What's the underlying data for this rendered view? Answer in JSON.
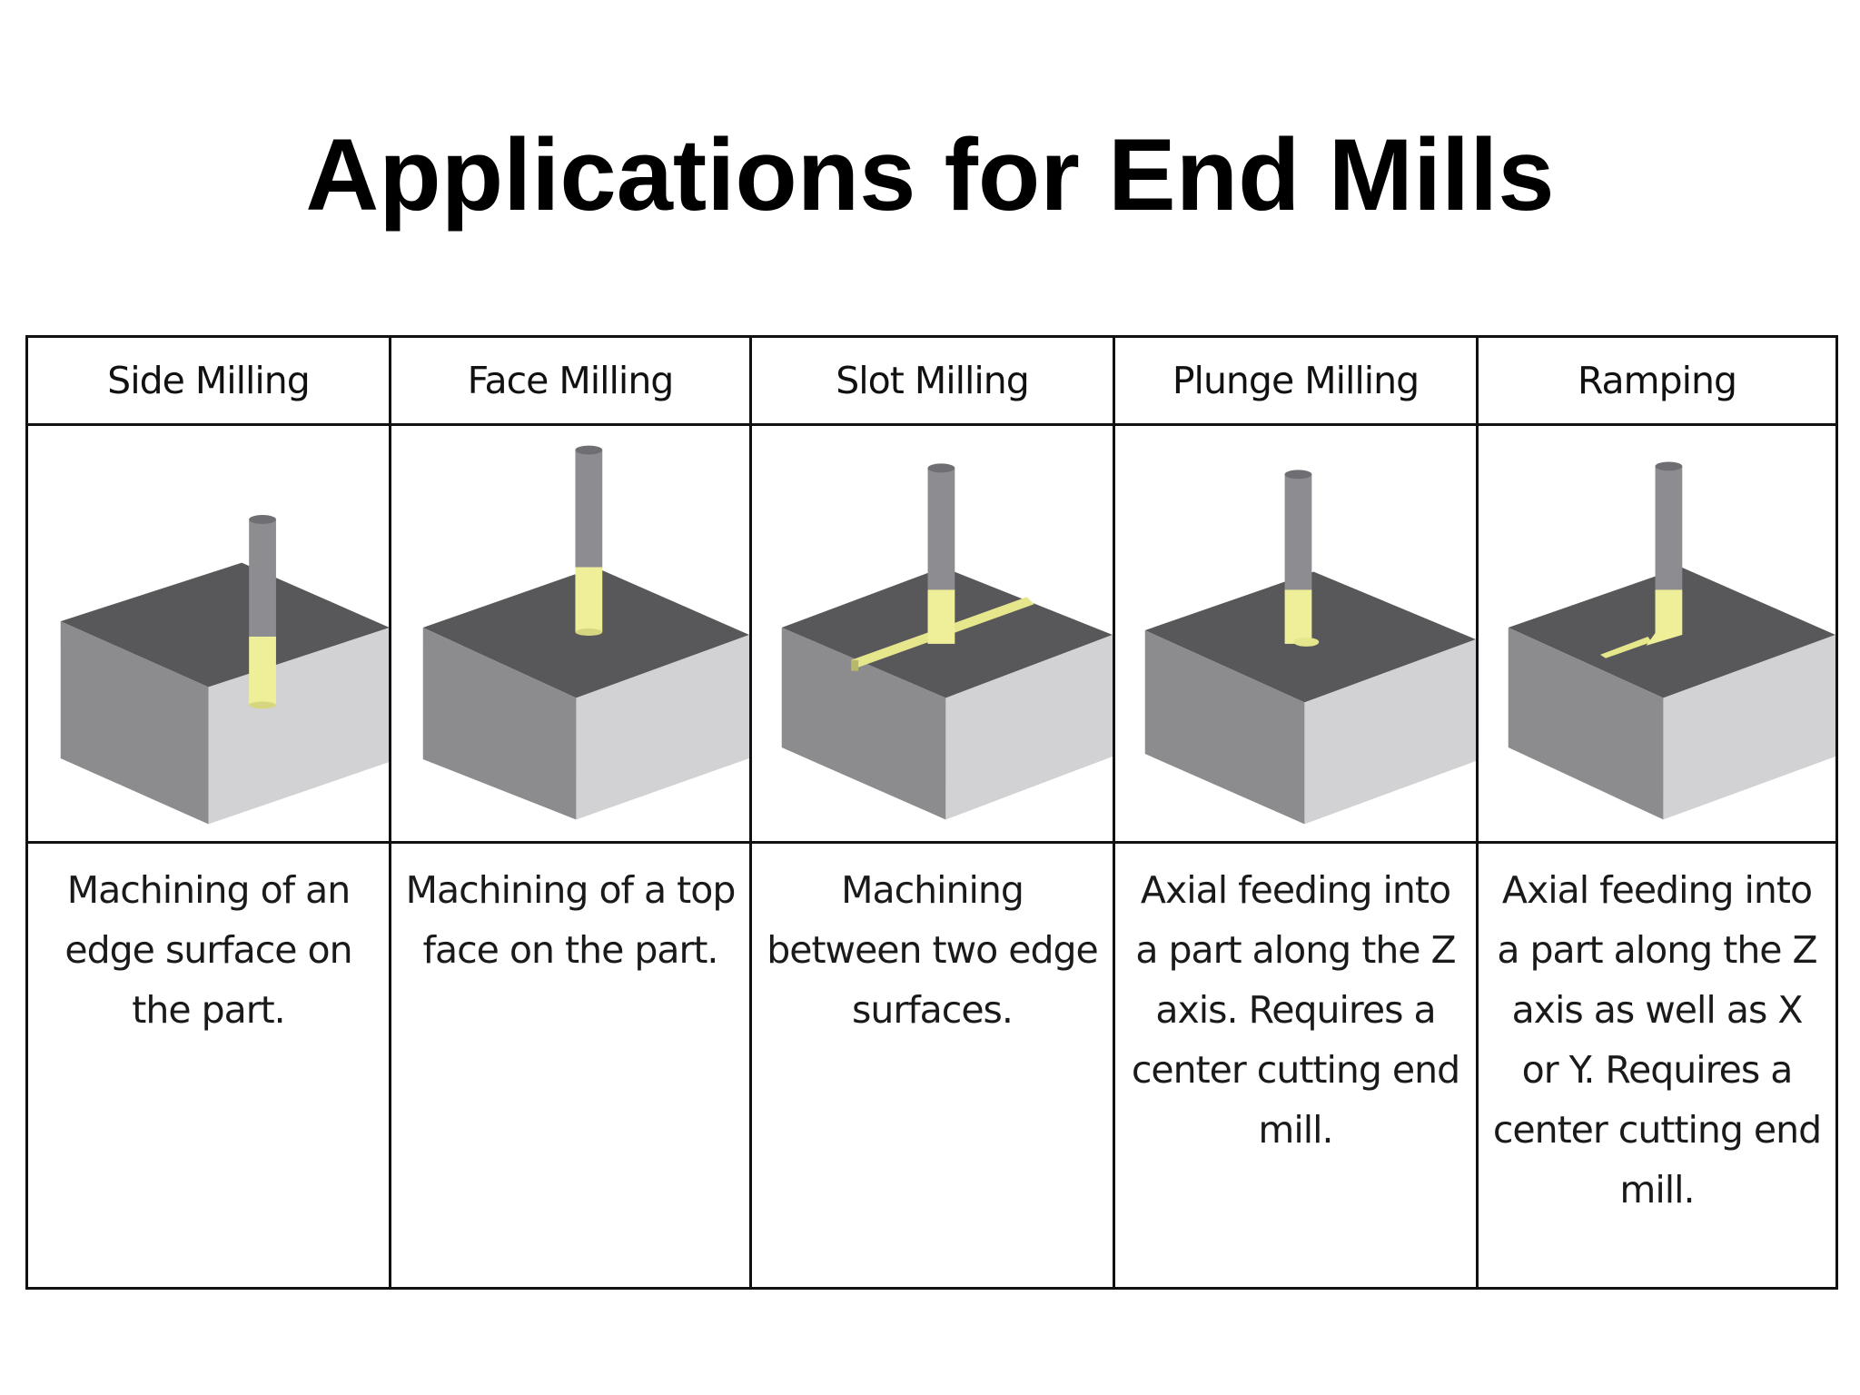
{
  "title": "Applications for End Mills",
  "columns": [
    {
      "heading": "Side Milling",
      "illustration": "side-milling",
      "description": "Machining of an edge surface on the part."
    },
    {
      "heading": "Face Milling",
      "illustration": "face-milling",
      "description": "Machining of a top face on the part."
    },
    {
      "heading": "Slot Milling",
      "illustration": "slot-milling",
      "description": "Machining between two edge surfaces."
    },
    {
      "heading": "Plunge Milling",
      "illustration": "plunge-milling",
      "description": "Axial feeding into a part along the Z axis. Requires a center cutting end mill."
    },
    {
      "heading": "Ramping",
      "illustration": "ramping",
      "description": "Axial feeding into a part along the Z axis as well as X or Y. Requires a center cutting end mill."
    }
  ],
  "colors": {
    "block_top": "#58585a",
    "block_left": "#8c8c8f",
    "block_right": "#d2d2d4",
    "tool_shank": "#8d8d91",
    "tool_flutes": "#efef9a",
    "slot": "#e6e68c"
  }
}
